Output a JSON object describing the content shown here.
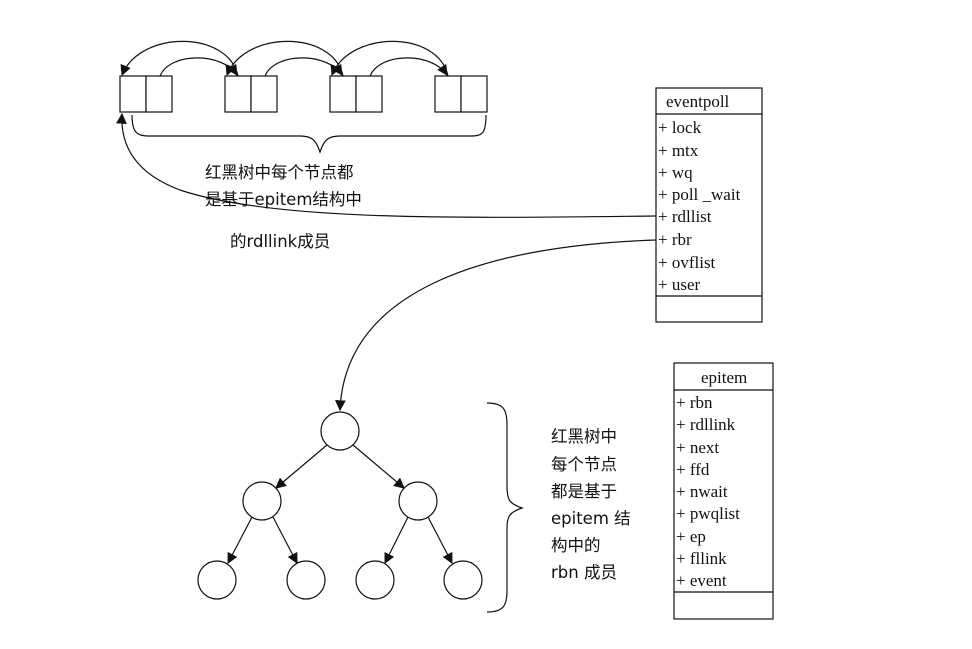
{
  "eventpoll": {
    "title": "eventpoll",
    "fields": [
      "+ lock",
      "+ mtx",
      "+ wq",
      "+ poll _wait",
      "+ rdllist",
      "+ rbr",
      "+ ovflist",
      "+ user"
    ]
  },
  "epitem": {
    "title": "epitem",
    "fields": [
      "+ rbn",
      "+ rdllink",
      "+ next",
      "+ ffd",
      "+ nwait",
      "+ pwqlist",
      "+ ep",
      "+ fllink",
      "+ event"
    ]
  },
  "list_note": {
    "lines": [
      "红黑树中每个节点都",
      "是基于epitem结构中",
      "的rdllink成员"
    ]
  },
  "tree_note": {
    "lines": [
      "红黑树中",
      "每个节点",
      "都是基于",
      "epitem 结",
      "构中的",
      "rbn 成员"
    ]
  },
  "colors": {
    "line": "#111111",
    "background": "#ffffff"
  }
}
